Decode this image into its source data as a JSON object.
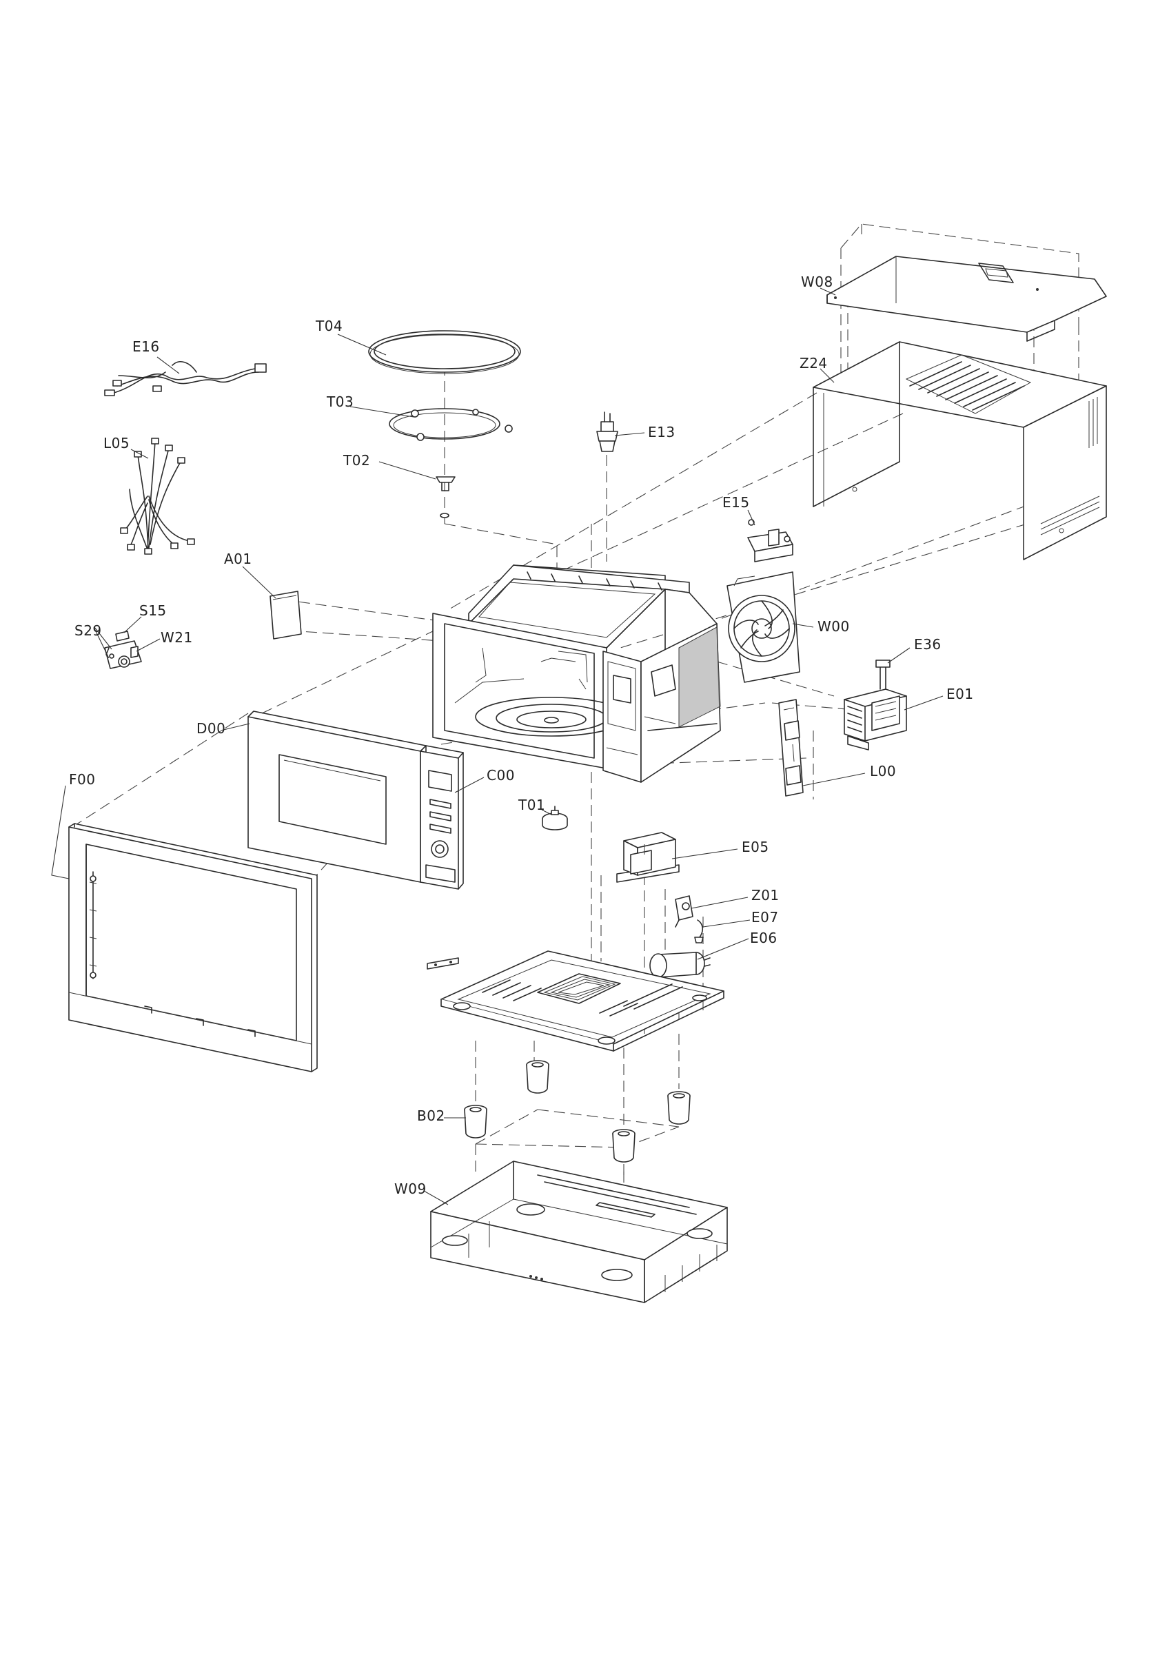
{
  "diagram": {
    "type": "exploded-parts-view",
    "labels": {
      "W08": "W08",
      "Z24": "Z24",
      "E16": "E16",
      "T04": "T04",
      "T03": "T03",
      "T02": "T02",
      "E13": "E13",
      "L05": "L05",
      "E15": "E15",
      "A01": "A01",
      "W00": "W00",
      "S15": "S15",
      "S29": "S29",
      "W21": "W21",
      "E36": "E36",
      "E01": "E01",
      "D00": "D00",
      "L00": "L00",
      "C00": "C00",
      "F00": "F00",
      "T01": "T01",
      "E05": "E05",
      "Z01": "Z01",
      "E07": "E07",
      "E06": "E06",
      "B02": "B02",
      "W09": "W09"
    }
  }
}
